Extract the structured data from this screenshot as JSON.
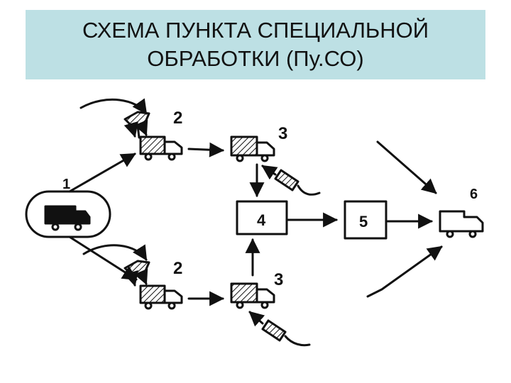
{
  "title": {
    "line1": "СХЕМА ПУНКТА СПЕЦИАЛЬНОЙ",
    "line2": "ОБРАБОТКИ  (Пу.СО)"
  },
  "labels": {
    "start": "1",
    "sprayer_top": "2",
    "sprayer_bottom": "2",
    "wash_top": "3",
    "wash_bottom": "3",
    "box4": "4",
    "box5": "5",
    "exit": "6"
  },
  "colors": {
    "title_band": "#bde0e4",
    "ink": "#111111"
  }
}
